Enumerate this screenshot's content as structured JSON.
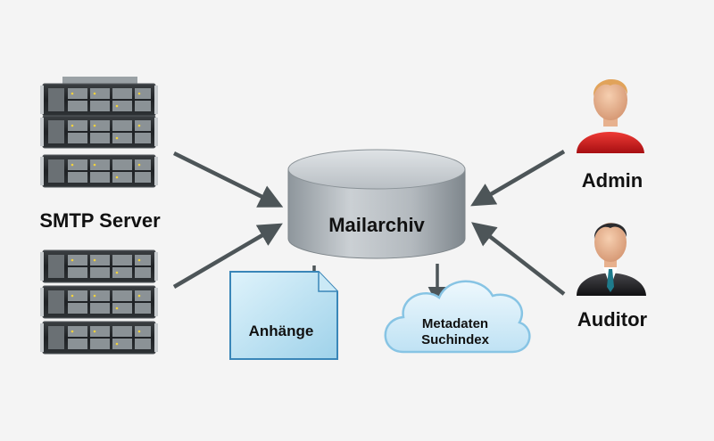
{
  "labels": {
    "smtp_server": "SMTP Server",
    "mailarchiv": "Mailarchiv",
    "anhaenge": "Anhänge",
    "metadaten": "Metadaten",
    "suchindex": "Suchindex",
    "admin": "Admin",
    "auditor": "Auditor"
  },
  "colors": {
    "background": "#f4f4f4",
    "arrow": "#4d5558",
    "cylinder": "#aeb5ba",
    "document": "#bfe3f3",
    "cloud": "#d7eef9",
    "admin_shirt": "#d4161a",
    "auditor_suit": "#1f1f22"
  },
  "icons": {
    "server_rack": "server-rack-icon",
    "database": "database-cylinder-icon",
    "document": "document-icon",
    "cloud": "cloud-icon",
    "admin": "admin-person-icon",
    "auditor": "auditor-person-icon"
  }
}
